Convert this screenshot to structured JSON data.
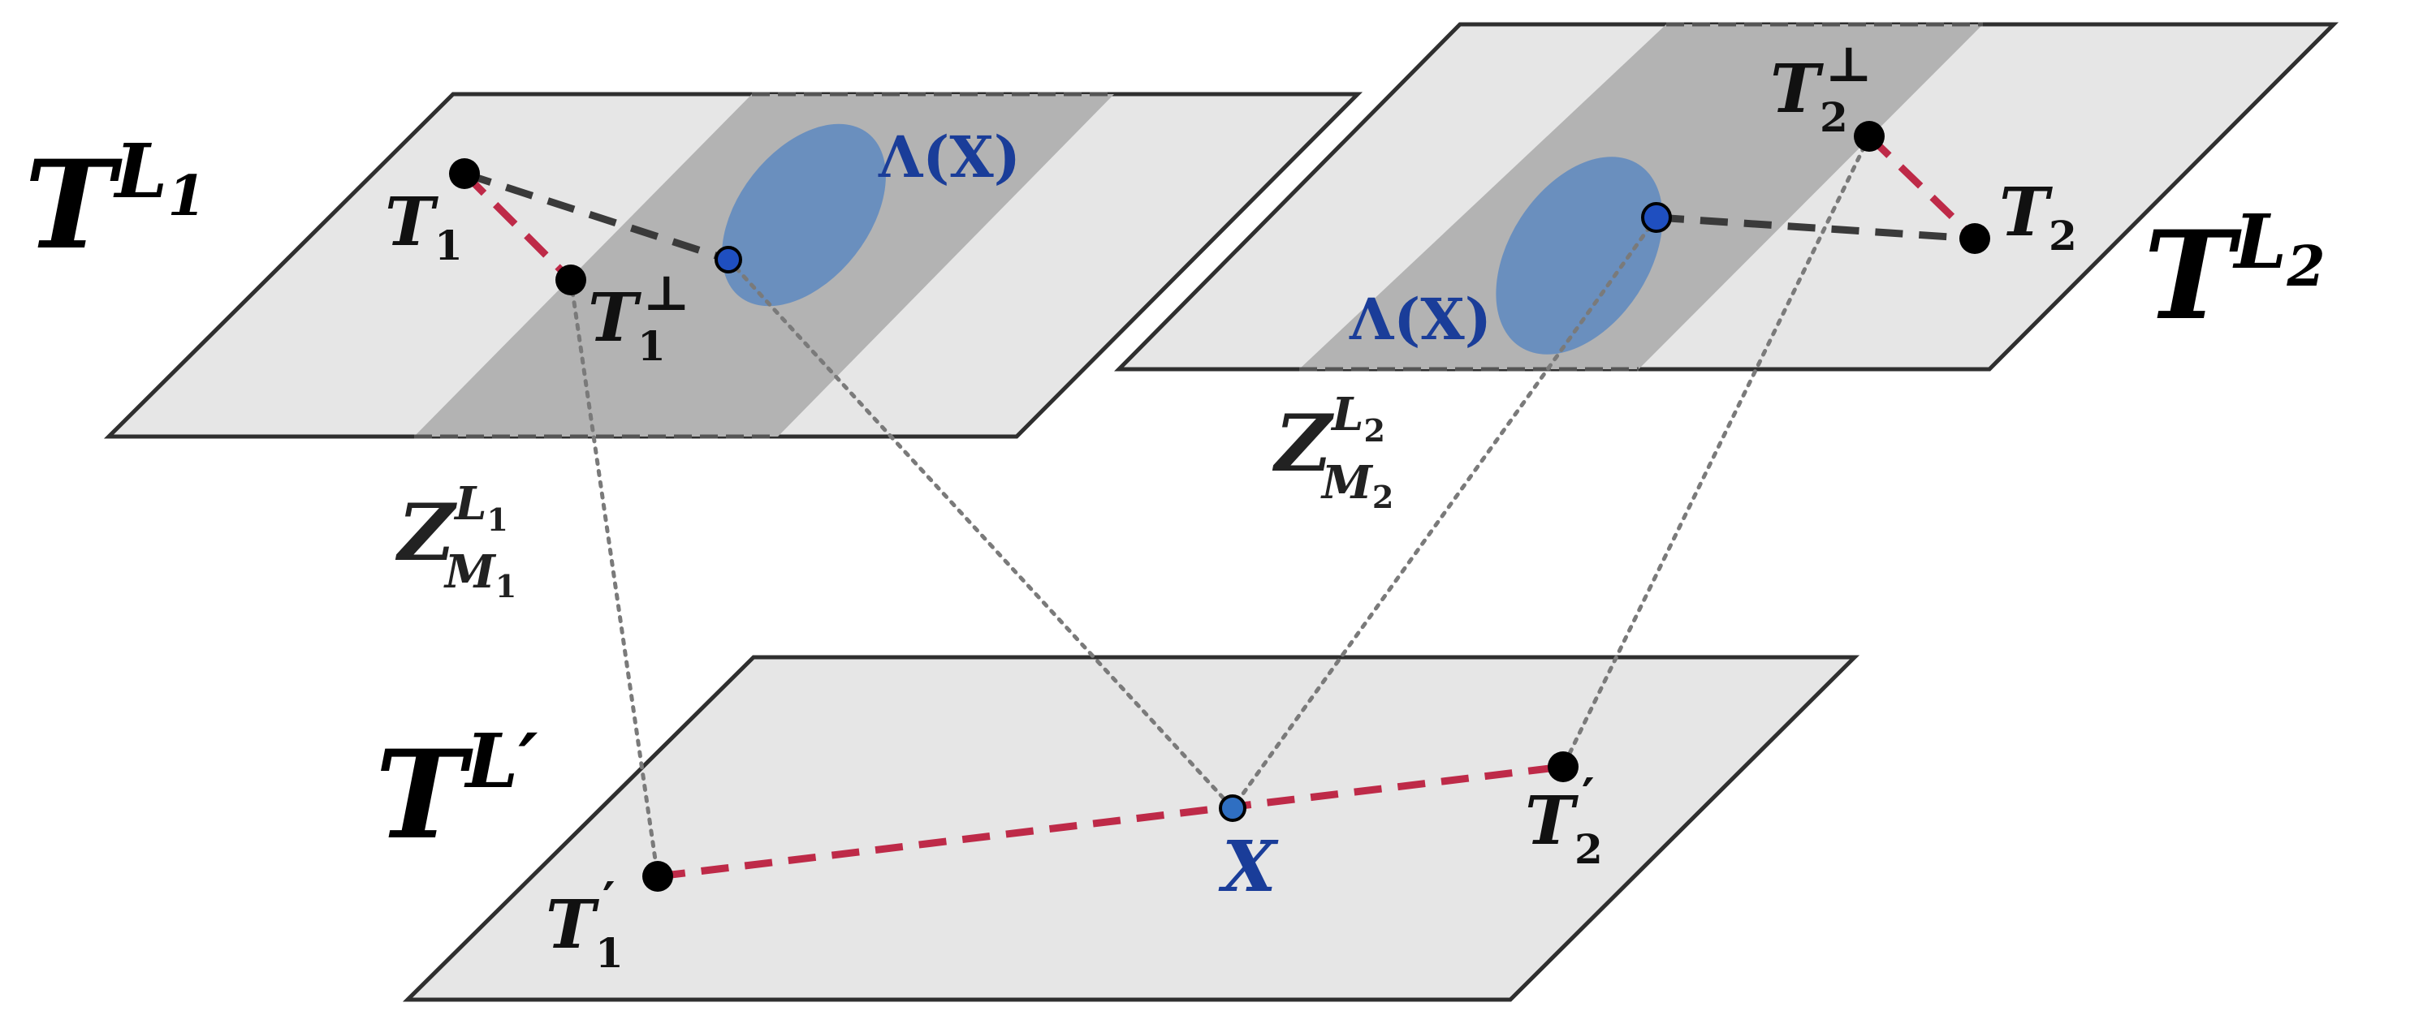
{
  "colors": {
    "plane_fill": "#e6e6e6",
    "band_fill": "#b3b3b3",
    "ellipse_fill": "#6a8fbe",
    "blue_label": "#1a3d99",
    "red_line": "#be2a48",
    "dark_line": "#3a3a3a",
    "blue_point": "#2f6fc2"
  },
  "plane1": {
    "script": "T",
    "superscript": "L",
    "subscript": "1",
    "T": "T",
    "T_sub": "1",
    "Tperp": "T",
    "Tperp_sub": "1",
    "perp": "⊥",
    "lambda": "Λ(X)",
    "zone_script": "Z",
    "zone_sup": "L",
    "zone_sup_sub": "1",
    "zone_sub": "M",
    "zone_sub_sub": "1"
  },
  "plane2": {
    "script": "T",
    "superscript": "L",
    "subscript": "2",
    "T": "T",
    "T_sub": "2",
    "Tperp": "T",
    "Tperp_sub": "2",
    "perp": "⊥",
    "lambda": "Λ(X)",
    "zone_script": "Z",
    "zone_sup": "L",
    "zone_sup_sub": "2",
    "zone_sub": "M",
    "zone_sub_sub": "2"
  },
  "plane_bottom": {
    "script": "T",
    "superscript": "L′",
    "T1": "T",
    "T1_sub": "1",
    "T1_prime": "′",
    "T2": "T",
    "T2_sub": "2",
    "T2_prime": "′",
    "X": "X"
  }
}
